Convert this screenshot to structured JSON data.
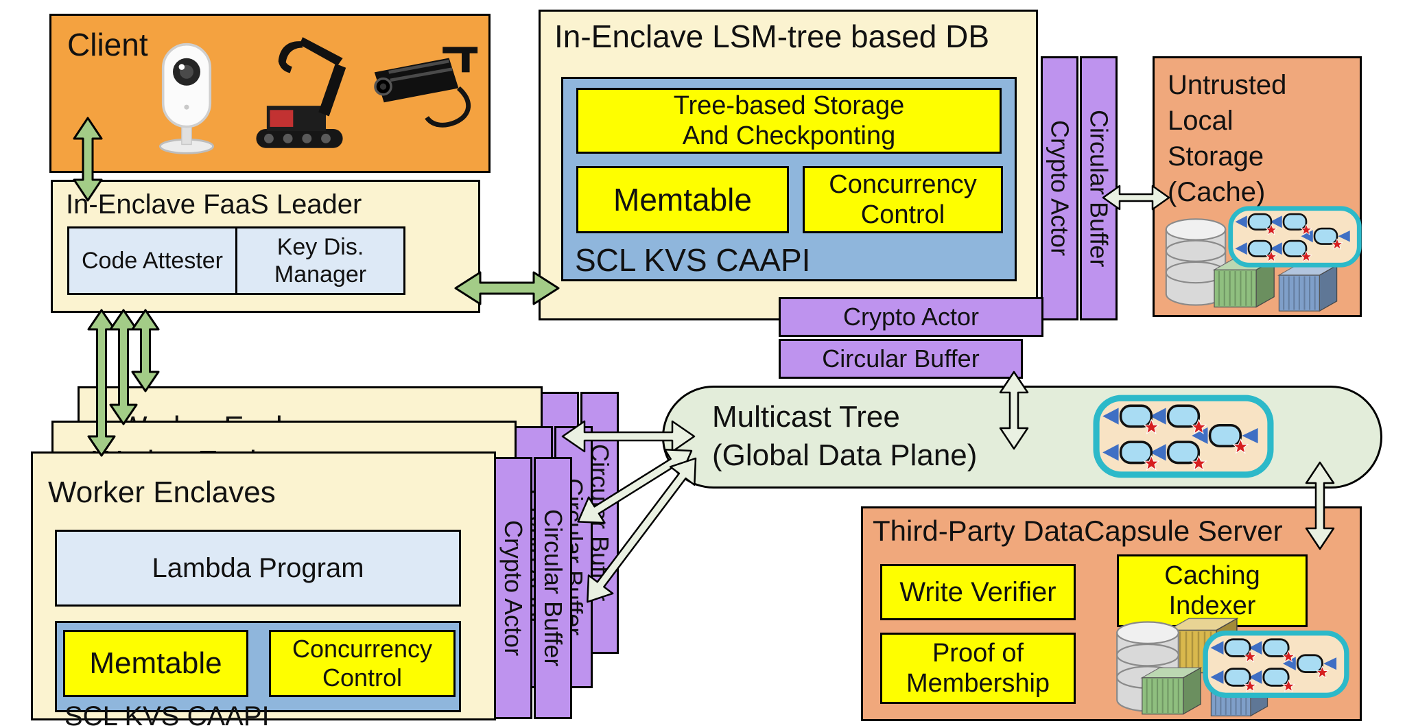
{
  "colors": {
    "client_orange": "#F4A240",
    "server_salmon": "#F0A87C",
    "box_cream": "#FBF3D0",
    "cell_blue": "#DDE9F6",
    "panel_blue": "#8FB6DC",
    "module_yellow": "#FEFE00",
    "actor_purple": "#BE93EE",
    "ellipse_green": "#E3EDDA",
    "arrow_green": "#A3CC87",
    "arrow_pale": "#EAF1E2",
    "datacapsule_tan": "#F8E3C4",
    "datacapsule_cyan": "#2CB9C9",
    "border_black": "#000000"
  },
  "labels": {
    "crypto_actor": "Crypto Actor",
    "circular_buffer": "Circular Buffer"
  },
  "client": {
    "title": "Client",
    "icons": [
      "webcam-icon",
      "robot-arm-icon",
      "cctv-camera-icon"
    ]
  },
  "faas_leader": {
    "title": "In-Enclave FaaS Leader",
    "code_attester": "Code Attester",
    "key_dis_manager": "Key Dis. Manager"
  },
  "lsm_db": {
    "title": "In-Enclave LSM-tree based DB",
    "tree_storage_line1": "Tree-based Storage",
    "tree_storage_line2": "And Checkponting",
    "memtable": "Memtable",
    "concurrency_control": "Concurrency Control",
    "caapi": "SCL KVS CAAPI"
  },
  "worker_enclaves": {
    "title": "Worker Enclaves",
    "stack_count": 3,
    "lambda_program": "Lambda Program",
    "memtable": "Memtable",
    "concurrency_control": "Concurrency Control",
    "caapi": "SCL KVS CAAPI"
  },
  "untrusted_storage": {
    "lines": [
      "Untrusted",
      "Local",
      "Storage",
      "(Cache)"
    ]
  },
  "multicast_tree": {
    "line1": "Multicast Tree",
    "line2": "(Global Data Plane)"
  },
  "third_party": {
    "title": "Third-Party DataCapsule Server",
    "write_verifier": "Write Verifier",
    "caching_indexer": "Caching Indexer",
    "proof_of_membership": "Proof of Membership"
  }
}
